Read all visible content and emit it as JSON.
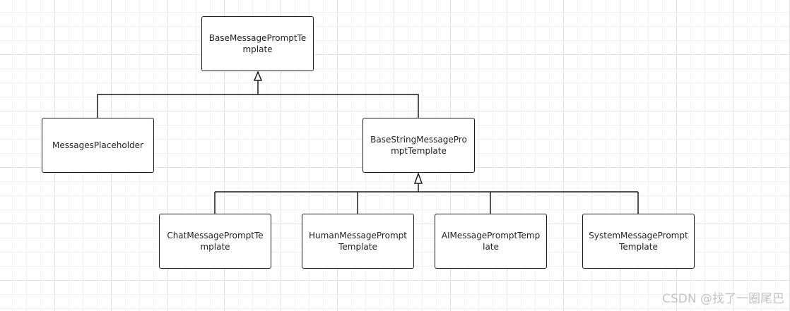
{
  "diagram": {
    "nodes": {
      "base_message_prompt_template": "BaseMessagePromptTemplate",
      "messages_placeholder": "MessagesPlaceholder",
      "base_string_message_prompt_template": "BaseStringMessagePromptTemplate",
      "chat_message_prompt_template": "ChatMessagePromptTemplate",
      "human_message_prompt_template": "HumanMessagePromptTemplate",
      "ai_message_prompt_template": "AIMessagePromptTemplate",
      "system_message_prompt_template": "SystemMessagePromptTemplate"
    },
    "edges": [
      {
        "from": "messages_placeholder",
        "to": "base_message_prompt_template",
        "type": "inheritance"
      },
      {
        "from": "base_string_message_prompt_template",
        "to": "base_message_prompt_template",
        "type": "inheritance"
      },
      {
        "from": "chat_message_prompt_template",
        "to": "base_string_message_prompt_template",
        "type": "inheritance"
      },
      {
        "from": "human_message_prompt_template",
        "to": "base_string_message_prompt_template",
        "type": "inheritance"
      },
      {
        "from": "ai_message_prompt_template",
        "to": "base_string_message_prompt_template",
        "type": "inheritance"
      },
      {
        "from": "system_message_prompt_template",
        "to": "base_string_message_prompt_template",
        "type": "inheritance"
      }
    ],
    "line_color": "#1a1a1a"
  },
  "watermark": "CSDN @找了一圈尾巴"
}
